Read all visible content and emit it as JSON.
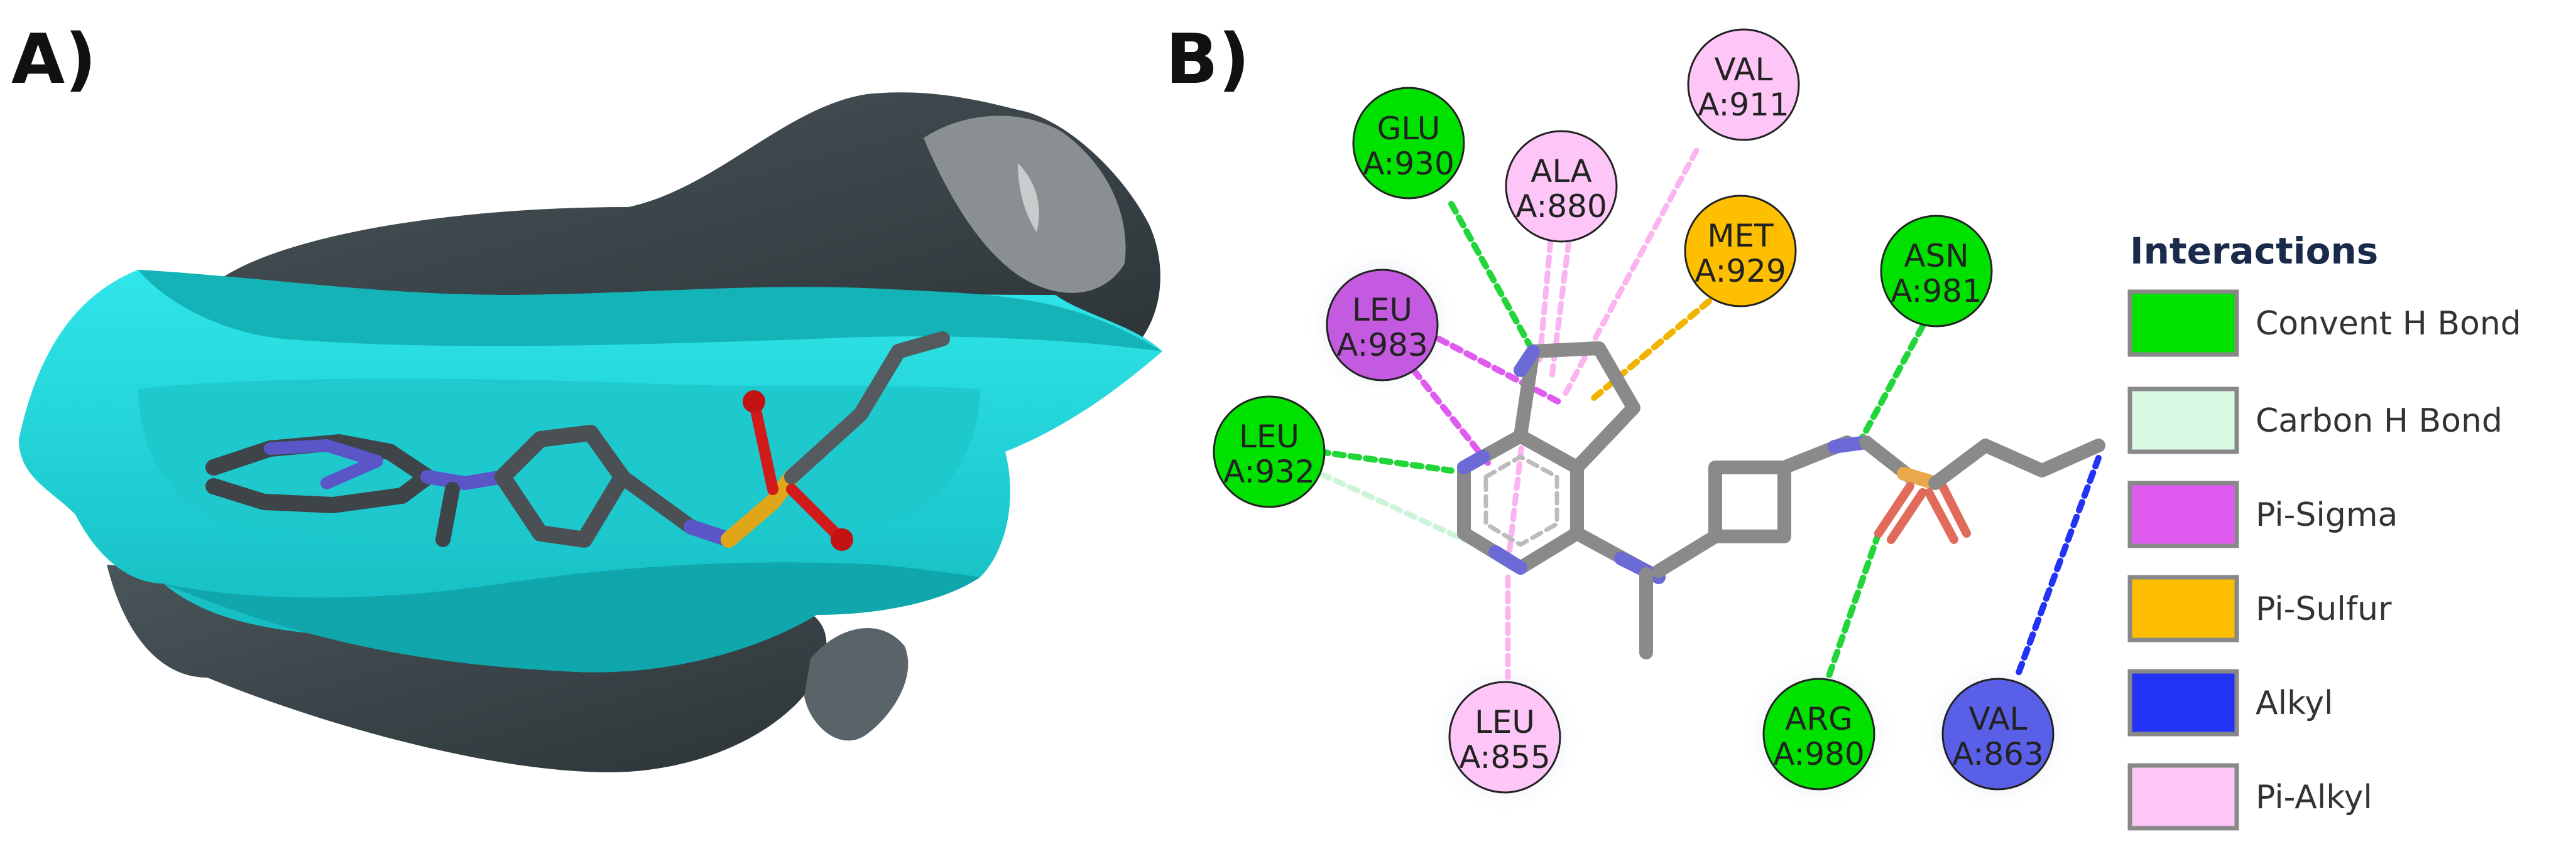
{
  "panels": {
    "a": "A)",
    "b": "B)"
  },
  "colors": {
    "surface": "#22d8dc",
    "surface_shade": "#11a8ad",
    "protein_back": "#3d4a4f",
    "stick_gray": "#555a5e",
    "stick_light": "#8a8a8a",
    "nitrogen": "#5a56c8",
    "sulfur": "#e0a61a",
    "oxygen": "#d11a1a"
  },
  "residues": [
    {
      "id": "glu930",
      "name": "GLU",
      "chain": "A:930",
      "type": "Convent H Bond"
    },
    {
      "id": "ala880",
      "name": "ALA",
      "chain": "A:880",
      "type": "Pi-Alkyl"
    },
    {
      "id": "val911",
      "name": "VAL",
      "chain": "A:911",
      "type": "Pi-Alkyl"
    },
    {
      "id": "met929",
      "name": "MET",
      "chain": "A:929",
      "type": "Pi-Sulfur"
    },
    {
      "id": "asn981",
      "name": "ASN",
      "chain": "A:981",
      "type": "Convent H Bond"
    },
    {
      "id": "leu983",
      "name": "LEU",
      "chain": "A:983",
      "type": "Pi-Sigma"
    },
    {
      "id": "leu932",
      "name": "LEU",
      "chain": "A:932",
      "type": "Convent H Bond"
    },
    {
      "id": "leu855",
      "name": "LEU",
      "chain": "A:855",
      "type": "Pi-Alkyl"
    },
    {
      "id": "arg980",
      "name": "ARG",
      "chain": "A:980",
      "type": "Convent H Bond"
    },
    {
      "id": "val863",
      "name": "VAL",
      "chain": "A:863",
      "type": "Alkyl"
    }
  ],
  "legend": {
    "title": "Interactions",
    "items": [
      {
        "label": "Convent H Bond",
        "color": "#00e100"
      },
      {
        "label": "Carbon  H Bond",
        "color": "#d9fbe3"
      },
      {
        "label": "Pi-Sigma",
        "color": "#e05cf0"
      },
      {
        "label": "Pi-Sulfur",
        "color": "#fdbf00"
      },
      {
        "label": "Alkyl",
        "color": "#2233f5"
      },
      {
        "label": "Pi-Alkyl",
        "color": "#fdc6f7"
      }
    ]
  }
}
